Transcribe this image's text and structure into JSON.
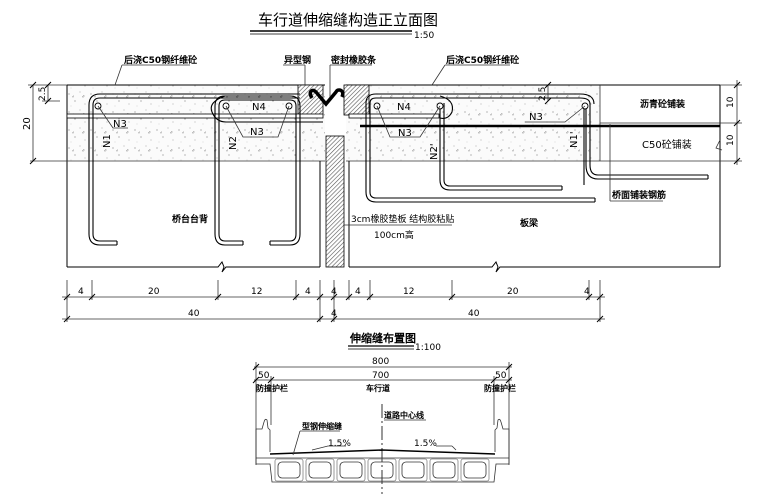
{
  "elevation": {
    "title": "车行道伸缩缝构造正立面图",
    "scale": "1:50",
    "labels": {
      "post_cast_left": "后浇C50钢纤维砼",
      "post_cast_right": "后浇C50钢纤维砼",
      "special_steel": "异型钢",
      "rubber_seal": "密封橡胶条",
      "asphalt_layer": "沥青砼铺装",
      "c50_layer": "C50砼铺装",
      "deck_rebar": "桥面铺装钢筋",
      "abutment_back": "桥台台背",
      "slab_beam": "板梁",
      "rubber_pad_line1": "3cm橡胶垫板 结构胶粘贴",
      "rubber_pad_line2": "100cm高"
    },
    "rebar_marks": {
      "n1_left": "N1",
      "n2_left": "N2",
      "n3_left_a": "N3",
      "n3_left_b": "N3",
      "n4_left": "N4",
      "n1_right": "N1'",
      "n2_right": "N2'",
      "n3_right_a": "N3",
      "n3_right_b": "N3",
      "n4_right": "N4"
    },
    "dims": {
      "left_height_total": "20",
      "left_cover": "2.5",
      "right_cover": "2.5",
      "right_layer_top": "10",
      "right_layer_bottom": "10",
      "row1": [
        "4",
        "20",
        "12",
        "4",
        "4",
        "4",
        "4",
        "12",
        "20",
        "4"
      ],
      "row2": [
        "40",
        "4",
        "40"
      ]
    }
  },
  "layout_plan": {
    "title": "伸缩缝布置图",
    "scale": "1:100",
    "dims": {
      "total": "800",
      "left_barrier": "50",
      "carriageway": "700",
      "right_barrier": "50"
    },
    "labels": {
      "left_barrier": "防撞护栏",
      "carriageway": "车行道",
      "right_barrier": "防撞护栏",
      "centerline": "道路中心线",
      "joint": "型钢伸缩缝",
      "slope_left": "1.5%",
      "slope_right": "1.5%"
    }
  }
}
